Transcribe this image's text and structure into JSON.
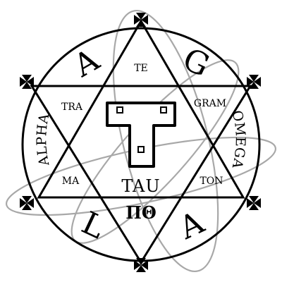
{
  "colors": {
    "ink": "#000000",
    "ring": "#9a9a9a",
    "paper": "#ffffff"
  },
  "corner_letters": {
    "top_left": "A",
    "top_right": "G",
    "bottom_left": "L",
    "bottom_right": "A"
  },
  "triangle_words": {
    "top": "TE",
    "upper_left": "TRA",
    "upper_right": "GRAM",
    "lower_left": "MA",
    "lower_right": "TON",
    "center": "TAU"
  },
  "side_words": {
    "left": "ALPHA",
    "right": "OMEGA"
  },
  "bottom_glyphs": "ΠΘ",
  "icons": {
    "cross": "cross-pattee-icon",
    "tau": "tau-cross-icon"
  }
}
